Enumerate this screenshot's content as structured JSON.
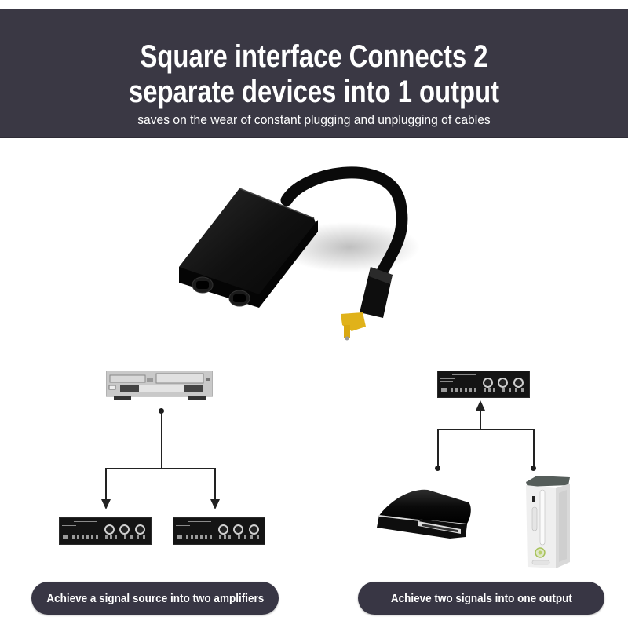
{
  "banner": {
    "headline_line1": "Square interface  Connects 2",
    "headline_line2": "separate devices into 1 output",
    "subheadline": "saves on the wear of constant plugging and unplugging of cables",
    "background_color": "#3a3844",
    "text_color": "#ffffff"
  },
  "product": {
    "name": "dual-port optical toslink splitter adapter",
    "body_color": "#0c0c0c",
    "tip_color": "#e0b21a"
  },
  "left_diagram": {
    "source_device": "dvd-player",
    "targets": [
      "amplifier",
      "amplifier"
    ],
    "direction": "one-to-two",
    "caption": "Achieve a signal source into two amplifiers"
  },
  "right_diagram": {
    "sources": [
      "game-console-black",
      "game-console-white"
    ],
    "target_device": "amplifier",
    "direction": "two-to-one",
    "caption": "Achieve two signals into one output"
  },
  "colors": {
    "pill_background": "#383644",
    "line_color": "#222222"
  }
}
